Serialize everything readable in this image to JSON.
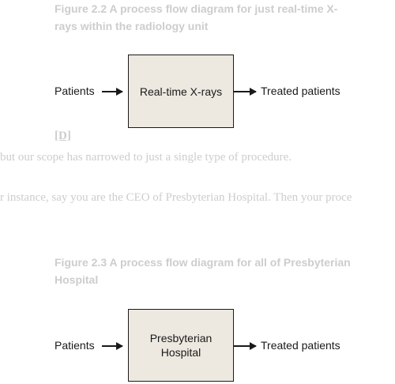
{
  "figure1": {
    "caption": "Figure 2.2 A process flow diagram for just real-time X-rays within the radiology unit",
    "input": "Patients",
    "process": "Real-time X-rays",
    "output": "Treated patients"
  },
  "reference_link": "[D]",
  "body": {
    "line1": "but our scope has narrowed to just a single type of procedure.",
    "line2": "r instance, say you are the CEO of Presbyterian Hospital. Then your proce"
  },
  "figure2": {
    "caption": "Figure 2.3 A process flow diagram for all of Presbyterian Hospital",
    "input": "Patients",
    "process": "Presbyterian Hospital",
    "output": "Treated patients"
  },
  "colors": {
    "faded_text": "#cdcdcd",
    "box_fill": "#ede9e1",
    "ink": "#1a1a1a"
  }
}
